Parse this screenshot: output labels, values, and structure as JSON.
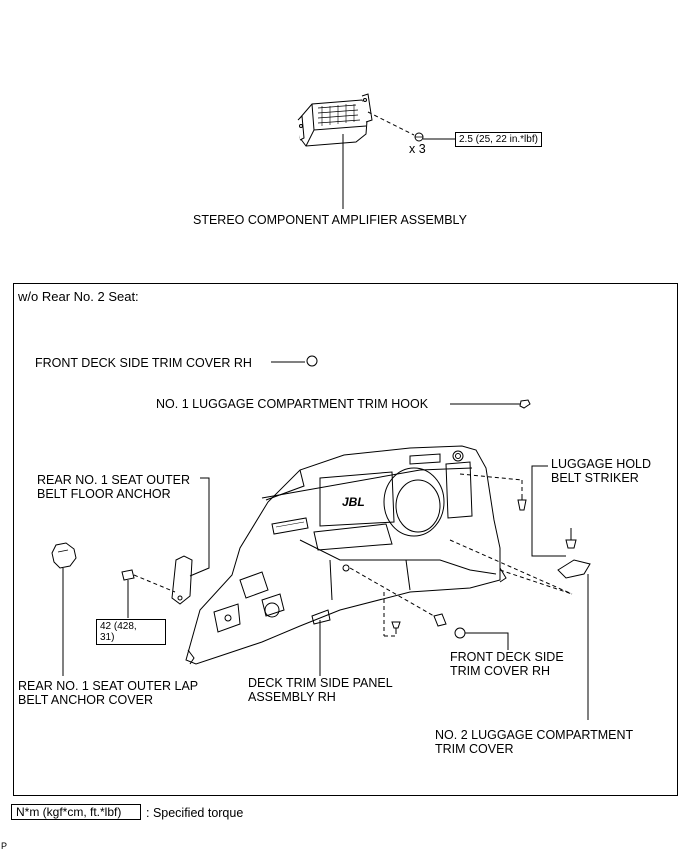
{
  "amplifier": {
    "label": "STEREO COMPONENT AMPLIFIER ASSEMBLY",
    "bolt_torque": "2.5 (25, 22 in.*lbf)",
    "bolt_qty": "x 3"
  },
  "panel": {
    "condition": "w/o Rear No. 2 Seat:",
    "parts": {
      "front_deck_cover_top": "FRONT DECK SIDE TRIM COVER RH",
      "trim_hook": "NO. 1 LUGGAGE COMPARTMENT TRIM HOOK",
      "belt_floor_anchor": "REAR NO. 1 SEAT OUTER\nBELT FLOOR ANCHOR",
      "belt_striker": "LUGGAGE HOLD\nBELT STRIKER",
      "anchor_torque": "42 (428,\n31)",
      "lap_belt_cover": "REAR NO. 1 SEAT OUTER LAP\nBELT ANCHOR COVER",
      "side_panel": "DECK TRIM SIDE PANEL\nASSEMBLY RH",
      "front_deck_cover_bottom": "FRONT DECK SIDE\nTRIM COVER RH",
      "trim_cover_no2": "NO. 2 LUGGAGE COMPARTMENT\nTRIM COVER"
    }
  },
  "legend": {
    "unit_box": "N*m (kgf*cm, ft.*lbf)",
    "unit_text": ": Specified torque"
  },
  "corner_mark": "P"
}
